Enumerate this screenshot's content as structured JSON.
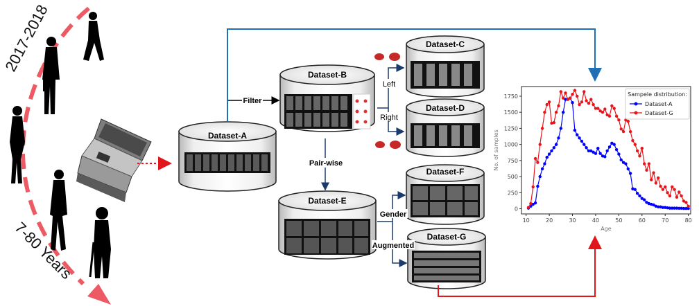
{
  "timeline": {
    "years_label": "2017-2018",
    "ages_label": "7-80 Years"
  },
  "datasets": {
    "a": "Dataset-A",
    "b": "Dataset-B",
    "c": "Dataset-C",
    "d": "Dataset-D",
    "e": "Dataset-E",
    "f": "Dataset-F",
    "g": "Dataset-G"
  },
  "edges": {
    "filter": "Filter",
    "left": "Left",
    "right": "Right",
    "pairwise": "Pair-wise",
    "gender": "Gender",
    "augmented": "Augmented"
  },
  "colors": {
    "blue_arrow": "#1f6fb5",
    "red_arrow": "#e0161b",
    "dash_arc": "#ee5a63",
    "series_a": "#0000ff",
    "series_g": "#e8141a"
  },
  "chart_data": {
    "type": "line",
    "title": "",
    "xlabel": "Age",
    "ylabel": "No. of samples",
    "xlim": [
      8,
      81
    ],
    "ylim": [
      -80,
      1900
    ],
    "xticks": [
      10,
      20,
      30,
      40,
      50,
      60,
      70,
      80
    ],
    "yticks": [
      0,
      250,
      500,
      750,
      1000,
      1250,
      1500,
      1750
    ],
    "grid": false,
    "legend_title": "Sampele distribution:",
    "legend_position": "top-right",
    "series": [
      {
        "name": "Dataset-A",
        "color": "#0000ff",
        "x": [
          11,
          12,
          13,
          14,
          15,
          16,
          17,
          18,
          19,
          20,
          21,
          22,
          23,
          24,
          25,
          26,
          27,
          28,
          29,
          30,
          31,
          32,
          33,
          34,
          35,
          36,
          37,
          38,
          39,
          40,
          41,
          42,
          43,
          44,
          45,
          46,
          47,
          48,
          49,
          50,
          51,
          52,
          53,
          54,
          55,
          56,
          57,
          58,
          59,
          60,
          61,
          62,
          63,
          64,
          65,
          66,
          67,
          68,
          69,
          70,
          71,
          72,
          73,
          74,
          75,
          76,
          77,
          78,
          79,
          80
        ],
        "y": [
          10,
          40,
          70,
          90,
          350,
          500,
          620,
          700,
          800,
          850,
          900,
          950,
          1000,
          1100,
          1250,
          1500,
          1700,
          1700,
          1720,
          1650,
          1220,
          1150,
          1100,
          1050,
          1000,
          950,
          900,
          900,
          880,
          860,
          940,
          860,
          820,
          810,
          900,
          960,
          1020,
          1000,
          920,
          850,
          760,
          720,
          700,
          620,
          550,
          310,
          300,
          240,
          200,
          160,
          140,
          100,
          80,
          70,
          60,
          40,
          30,
          30,
          20,
          20,
          15,
          10,
          10,
          10,
          10,
          8,
          8,
          5,
          5,
          5
        ]
      },
      {
        "name": "Dataset-G",
        "color": "#e8141a",
        "x": [
          11,
          12,
          13,
          14,
          15,
          16,
          17,
          18,
          19,
          20,
          21,
          22,
          23,
          24,
          25,
          26,
          27,
          28,
          29,
          30,
          31,
          32,
          33,
          34,
          35,
          36,
          37,
          38,
          39,
          40,
          41,
          42,
          43,
          44,
          45,
          46,
          47,
          48,
          49,
          50,
          51,
          52,
          53,
          54,
          55,
          56,
          57,
          58,
          59,
          60,
          61,
          62,
          63,
          64,
          65,
          66,
          67,
          68,
          69,
          70,
          71,
          72,
          73,
          74,
          75,
          76,
          77,
          78,
          79,
          80
        ],
        "y": [
          20,
          80,
          340,
          780,
          720,
          1000,
          1250,
          1500,
          1620,
          1660,
          1330,
          1340,
          1500,
          1600,
          1820,
          1720,
          1800,
          1700,
          1720,
          1780,
          1840,
          1750,
          1620,
          1660,
          1820,
          1680,
          1640,
          1700,
          1620,
          1560,
          1560,
          1520,
          1500,
          1550,
          1460,
          1440,
          1600,
          1560,
          1440,
          1380,
          1240,
          1200,
          1380,
          1360,
          1200,
          1060,
          1000,
          900,
          820,
          940,
          700,
          600,
          700,
          450,
          560,
          400,
          480,
          350,
          300,
          340,
          250,
          200,
          340,
          300,
          180,
          260,
          200,
          120,
          100,
          40
        ]
      }
    ]
  }
}
